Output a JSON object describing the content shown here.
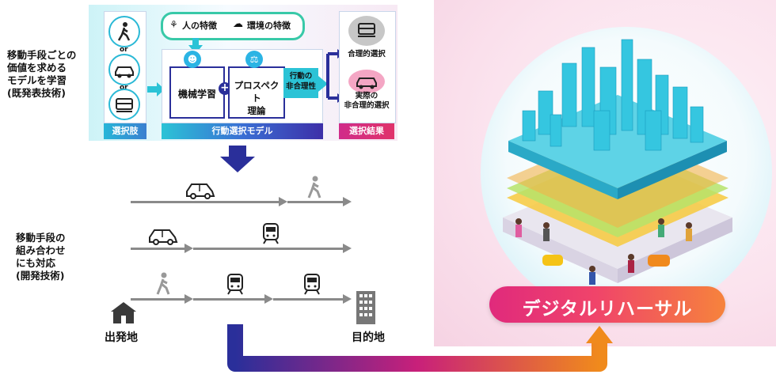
{
  "left_labels": {
    "existing": [
      "移動手段ごとの",
      "価値を求める",
      "モデルを学習",
      "(既発表技術)"
    ],
    "new": [
      "移動手段の",
      "組み合わせ",
      "にも対応",
      "(開発技術)"
    ]
  },
  "model_box": {
    "choices_label": "選択肢",
    "or_text": [
      "or",
      "or"
    ],
    "human_feature": "人の特徴",
    "env_feature": "環境の特徴",
    "ml_label": "機械学習",
    "plus": "+",
    "prospect_label": [
      "プロスペクト",
      "理論"
    ],
    "irrational_label": [
      "行動の",
      "非合理性"
    ],
    "model_label": "行動選択モデル",
    "result_label": "選択結果",
    "rational_choice": "合理的選択",
    "actual_choice": [
      "実際の",
      "非合理的選択"
    ]
  },
  "route": {
    "origin": "出発地",
    "destination": "目的地"
  },
  "banner": {
    "title": "デジタルリハーサル"
  },
  "colors": {
    "navy": "#2a2f9a",
    "cyan": "#2bc3d6",
    "magenta": "#d0236c",
    "orange": "#f08a1c"
  }
}
